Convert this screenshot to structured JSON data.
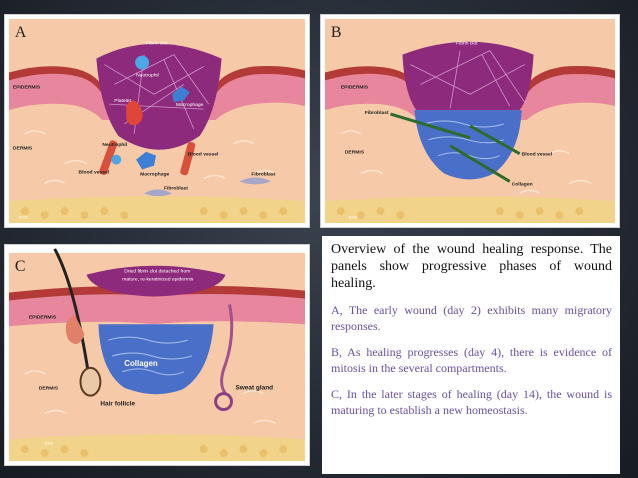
{
  "panels": {
    "a": {
      "letter": "A",
      "labels": {
        "fibrin_clot": "Fibrin clot",
        "neutrophil_top": "Neutrophil",
        "platelet": "Platelet",
        "macrophage_top": "Macrophage",
        "epidermis": "EPIDERMIS",
        "dermis": "DERMIS",
        "neutrophil": "Neutrophil",
        "blood_vessel_left": "Blood vessel",
        "blood_vessel_right": "Blood vessel",
        "macrophage": "Macrophage",
        "fibroblast_center": "Fibroblast",
        "fibroblast_right": "Fibroblast",
        "fat": "FAT"
      }
    },
    "b": {
      "letter": "B",
      "labels": {
        "fibrin_clot": "Fibrin clot",
        "epidermis": "EPIDERMIS",
        "fibroblast": "Fibroblast",
        "dermis": "DERMIS",
        "blood_vessel": "Blood vessel",
        "collagen": "Collagen",
        "fat": "FAT"
      }
    },
    "c": {
      "letter": "C",
      "labels": {
        "clot_line1": "Dried fibrin clot detached from",
        "clot_line2": "mature, re-keratinized epidermis",
        "epidermis": "EPIDERMIS",
        "collagen": "Collagen",
        "dermis": "DERMIS",
        "hair_follicle": "Hair follicle",
        "sweat_gland": "Sweat gland",
        "fat": "FAT"
      }
    }
  },
  "text": {
    "overview": "Overview of the wound healing response. The panels show progressive phases of wound healing.",
    "a": "A, The early wound (day 2) exhibits many migratory responses.",
    "b": "B, As healing progresses (day 4), there is evidence of mitosis in the several compartments.",
    "c": "C, In the later stages of healing (day 14), the wound is maturing to establish a new homeostasis."
  },
  "colors": {
    "background": "#262c36",
    "dermis": "#f6c9a8",
    "epidermis": "#e7869c",
    "clot": "#8e2a7c",
    "collagen": "#4a6fc9",
    "fat": "#f2d38a",
    "description_text": "#6a4fa3"
  }
}
